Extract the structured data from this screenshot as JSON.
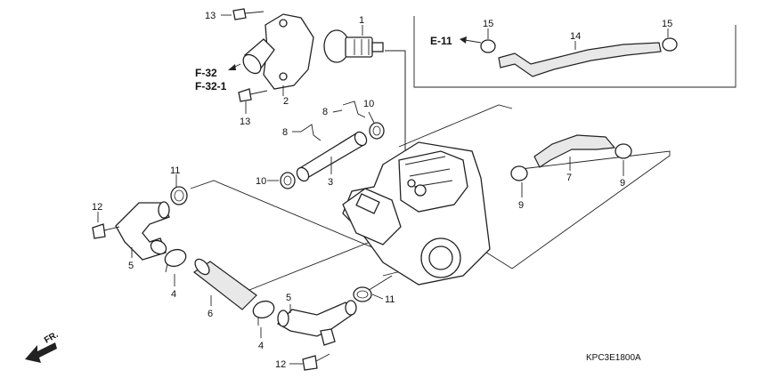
{
  "diagram": {
    "callouts": [
      {
        "id": "c1",
        "text": "1"
      },
      {
        "id": "c2",
        "text": "2"
      },
      {
        "id": "c3",
        "text": "3"
      },
      {
        "id": "c4a",
        "text": "4"
      },
      {
        "id": "c4b",
        "text": "4"
      },
      {
        "id": "c5a",
        "text": "5"
      },
      {
        "id": "c5b",
        "text": "5"
      },
      {
        "id": "c6",
        "text": "6"
      },
      {
        "id": "c7",
        "text": "7"
      },
      {
        "id": "c8a",
        "text": "8"
      },
      {
        "id": "c8b",
        "text": "8"
      },
      {
        "id": "c9a",
        "text": "9"
      },
      {
        "id": "c9b",
        "text": "9"
      },
      {
        "id": "c10a",
        "text": "10"
      },
      {
        "id": "c10b",
        "text": "10"
      },
      {
        "id": "c11a",
        "text": "11"
      },
      {
        "id": "c11b",
        "text": "11"
      },
      {
        "id": "c12a",
        "text": "12"
      },
      {
        "id": "c12b",
        "text": "12"
      },
      {
        "id": "c13a",
        "text": "13"
      },
      {
        "id": "c13b",
        "text": "13"
      },
      {
        "id": "c14",
        "text": "14"
      },
      {
        "id": "c15a",
        "text": "15"
      },
      {
        "id": "c15b",
        "text": "15"
      }
    ],
    "references": {
      "f32": "F-32",
      "f32_1": "F-32-1",
      "e11": "E-11"
    },
    "front_marker": "FR.",
    "diagram_code": "KPC3E1800A"
  }
}
